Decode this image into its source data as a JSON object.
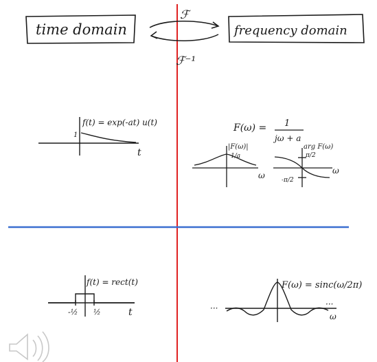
{
  "header": {
    "left_box": "time domain",
    "right_box": "frequency domain",
    "forward_op": "ℱ",
    "inverse_op": "ℱ⁻¹"
  },
  "top_left": {
    "label": "f(t) = exp(-at) u(t)",
    "one": "1",
    "t": "t"
  },
  "top_right": {
    "F_label": "F(ω) =",
    "numerator": "1",
    "denominator": "jω + a",
    "mag_label": "|F(ω)|",
    "mag_value": "1/a",
    "w1": "ω",
    "phase_label": "arg F(ω)",
    "phase_top": "π/2",
    "phase_bottom": "-π/2",
    "w2": "ω"
  },
  "bottom_left": {
    "label": "f(t) = rect(t)",
    "neg_half": "-½",
    "pos_half": "½",
    "t": "t"
  },
  "bottom_right": {
    "label": "F(ω) = sinc(ω/2π)",
    "w": "ω",
    "dots_left": "···",
    "dots_right": "···"
  },
  "colors": {
    "ink": "#1a1a1a",
    "vertical_divider": "#e02020",
    "horizontal_divider": "#3a6fd0",
    "speaker_icon": "#c8c8c8"
  },
  "icons": [
    "speaker-icon"
  ]
}
